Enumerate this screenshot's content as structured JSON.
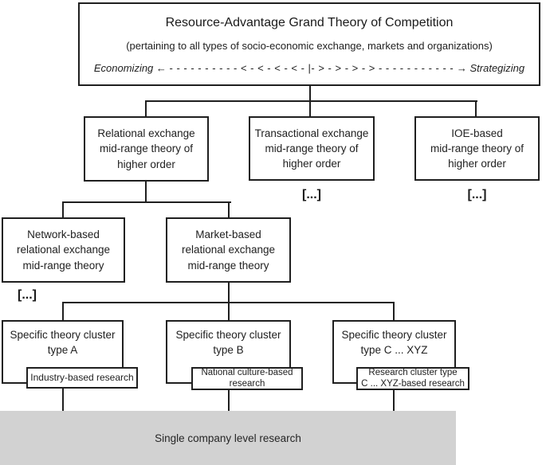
{
  "grand_theory": {
    "title": "Resource-Advantage Grand Theory of Competition",
    "subtitle": "(pertaining to all types of socio-economic exchange, markets and organizations)",
    "axis": {
      "left_label": "Economizing",
      "left_arrow": "←",
      "dashes": "- - - - - - - - - -  < - < - < - < -  |- > - > - > - >  - - - - - - - - - - -",
      "right_arrow": "→",
      "right_label": "Strategizing"
    }
  },
  "level2": {
    "relational": {
      "text": "Relational exchange\nmid-range theory of\nhigher order"
    },
    "transactional": {
      "text": "Transactional exchange\nmid-range theory of\nhigher order",
      "more": "[...]"
    },
    "ioe": {
      "text": "IOE-based\nmid-range theory of\nhigher order",
      "more": "[...]"
    }
  },
  "level3": {
    "network": {
      "text": "Network-based\nrelational exchange\nmid-range theory",
      "more": "[...]"
    },
    "market": {
      "text": "Market-based\nrelational exchange\nmid-range theory"
    }
  },
  "level4": {
    "cluster_a": {
      "text": "Specific theory cluster\ntype A",
      "sub": "Industry-based research"
    },
    "cluster_b": {
      "text": "Specific theory cluster\ntype B",
      "sub": "National culture-based\nresearch"
    },
    "cluster_c": {
      "text": "Specific theory cluster\ntype C ... XYZ",
      "sub": "Research cluster type\nC ... XYZ-based research"
    }
  },
  "base": {
    "text": "Single company level research"
  },
  "colors": {
    "line": "#1f1f1f",
    "box_border": "#1f1f1f",
    "base_fill": "#d2d2d2",
    "text": "#212121"
  }
}
